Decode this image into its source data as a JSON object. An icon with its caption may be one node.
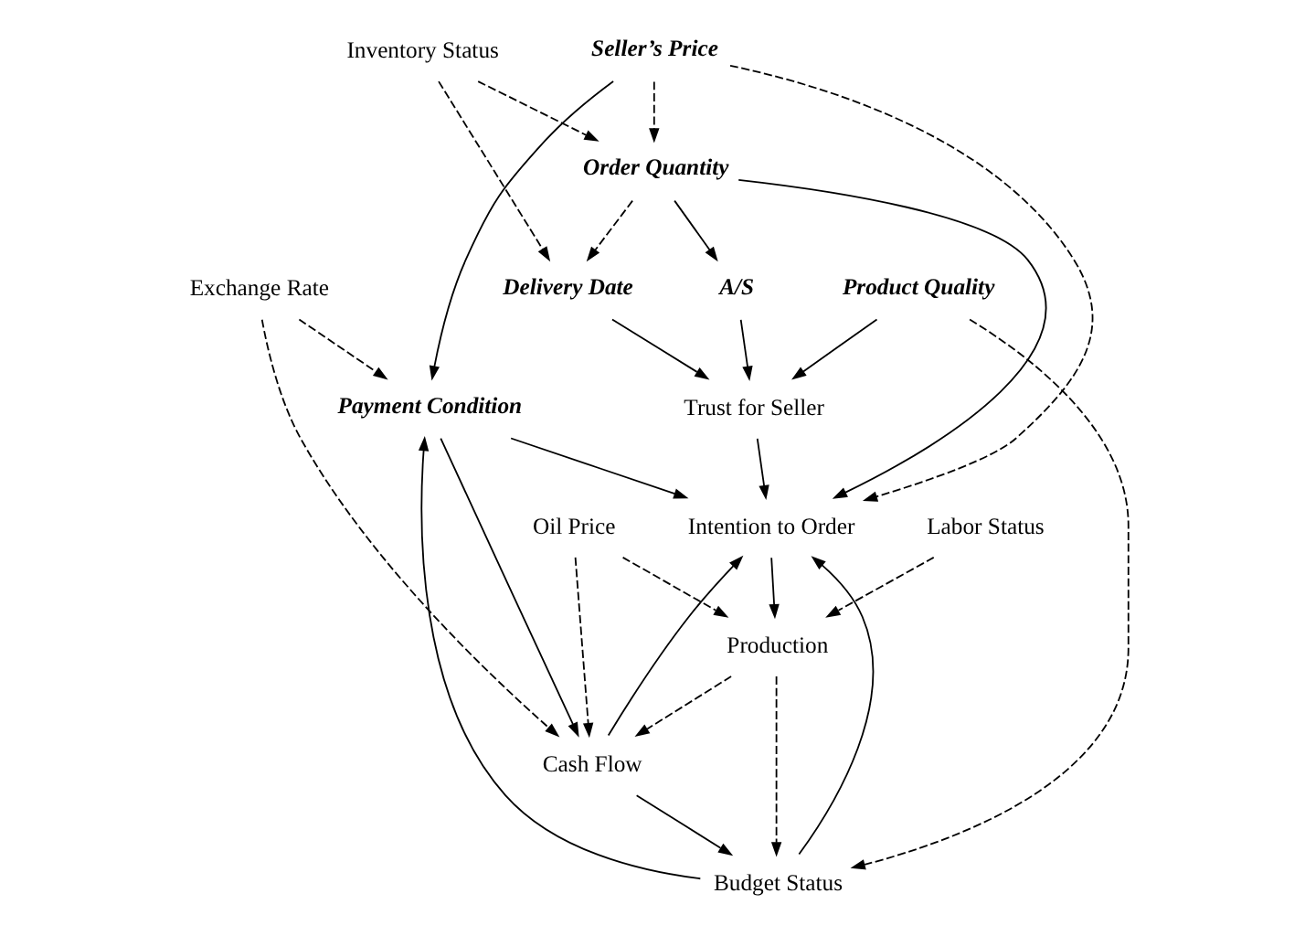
{
  "diagram": {
    "nodes": [
      {
        "text": [
          "Seller’s Price"
        ]
      },
      {
        "text": [
          "Payment Condition"
        ]
      },
      {
        "text": [
          "Inventory Status"
        ]
      },
      {
        "text": [
          "Product Quality"
        ]
      },
      {
        "text": [
          "Order Quantity"
        ]
      },
      {
        "text": [
          "Intention to Order"
        ]
      },
      {
        "text": [
          "Budget Status"
        ]
      },
      {
        "text": [
          "A/S"
        ]
      },
      {
        "text": [
          "Trust for Seller"
        ]
      },
      {
        "text": [
          "Delivery Date"
        ]
      },
      {
        "text": [
          "Cash Flow"
        ]
      },
      {
        "text": [
          "Production"
        ]
      },
      {
        "text": [
          "Exchange Rate"
        ]
      },
      {
        "text": [
          "Labor Status"
        ]
      },
      {
        "text": [
          "Oil Price"
        ]
      }
    ],
    "edges": [
      {
        "from": 0,
        "to": 1,
        "arrow": "to"
      },
      {
        "from": 0,
        "to": 4,
        "arrow": "to",
        "style": "dashed"
      },
      {
        "from": 0,
        "to": 5,
        "arrow": "to",
        "style": "dashed"
      },
      {
        "from": 1,
        "to": 5,
        "arrow": "to"
      },
      {
        "from": 1,
        "to": 10,
        "arrow": "to"
      },
      {
        "from": 2,
        "to": 9,
        "arrow": "to",
        "style": "dashed"
      },
      {
        "from": 2,
        "to": 4,
        "arrow": "to",
        "style": "dashed"
      },
      {
        "from": 3,
        "to": 6,
        "arrow": "to",
        "style": "dashed"
      },
      {
        "from": 3,
        "to": 8,
        "arrow": "to"
      },
      {
        "from": 4,
        "to": 5,
        "arrow": "to"
      },
      {
        "from": 4,
        "to": 7,
        "arrow": "to"
      },
      {
        "from": 4,
        "to": 9,
        "arrow": "to",
        "style": "dashed"
      },
      {
        "from": 5,
        "to": 11,
        "arrow": "to"
      },
      {
        "from": 6,
        "to": 1,
        "arrow": "to"
      },
      {
        "from": 6,
        "to": 5,
        "arrow": "to"
      },
      {
        "from": 7,
        "to": 8,
        "arrow": "to"
      },
      {
        "from": 8,
        "to": 5,
        "arrow": "to"
      },
      {
        "from": 9,
        "to": 8,
        "arrow": "to"
      },
      {
        "from": 10,
        "to": 6,
        "arrow": "to"
      },
      {
        "from": 10,
        "to": 5,
        "arrow": "to"
      },
      {
        "from": 11,
        "to": 10,
        "arrow": "to",
        "style": "dashed"
      },
      {
        "from": 11,
        "to": 6,
        "arrow": "to",
        "style": "dashed"
      },
      {
        "from": 12,
        "to": 10,
        "arrow": "to",
        "style": "dashed"
      },
      {
        "from": 12,
        "to": 1,
        "arrow": "to",
        "style": "dashed"
      },
      {
        "from": 13,
        "to": 11,
        "arrow": "to",
        "style": "dashed"
      },
      {
        "from": 14,
        "to": 11,
        "arrow": "to",
        "style": "dashed"
      },
      {
        "from": 14,
        "to": 10,
        "arrow": "to",
        "style": "dashed"
      }
    ]
  }
}
